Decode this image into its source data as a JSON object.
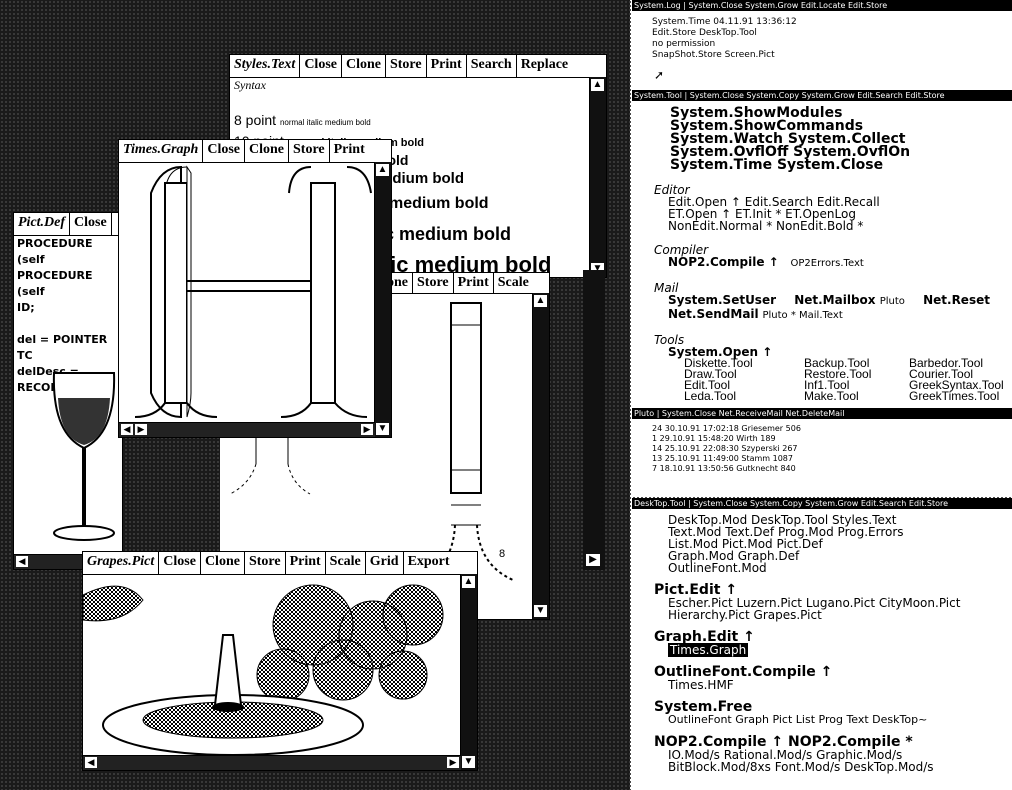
{
  "log": {
    "title": "System.Log | System.Close System.Grow Edit.Locate Edit.Store",
    "lines": [
      "System.Time 04.11.91 13:36:12",
      "Edit.Store DeskTop.Tool",
      " no permission",
      "SnapShot.Store Screen.Pict"
    ]
  },
  "system_tool": {
    "title": "System.Tool | System.Close System.Copy System.Grow Edit.Search Edit.Store",
    "system_cmds": [
      "System.ShowModules",
      "System.ShowCommands",
      "System.Watch    System.Collect",
      "System.OvflOff   System.OvflOn",
      "System.Time    System.Close"
    ],
    "editor_heading": "Editor",
    "editor_cmds": [
      "Edit.Open ↑   Edit.Search    Edit.Recall",
      "ET.Open ↑   ET.Init *   ET.OpenLog",
      "NonEdit.Normal *   NonEdit.Bold *"
    ],
    "compiler_heading": "Compiler",
    "compiler_cmd": "NOP2.Compile ↑",
    "compiler_arg": "OP2Errors.Text",
    "mail_heading": "Mail",
    "mail_line1_cmd": "System.SetUser",
    "mail_line1_cmd2": "Net.Mailbox",
    "mail_line1_arg": "Pluto",
    "mail_line1_cmd3": "Net.Reset",
    "mail_line2_cmd": "Net.SendMail",
    "mail_line2_arg": "Pluto *    Mail.Text",
    "tools_heading": "Tools",
    "tools_cmd": "System.Open ↑",
    "tools_files": [
      "Diskette.Tool",
      "Backup.Tool",
      "Barbedor.Tool",
      "Draw.Tool",
      "Restore.Tool",
      "Courier.Tool",
      "Edit.Tool",
      "Inf1.Tool",
      "GreekSyntax.Tool",
      "Leda.Tool",
      "Make.Tool",
      "GreekTimes.Tool"
    ]
  },
  "mail": {
    "title": "Pluto | System.Close  Net.ReceiveMail  Net.DeleteMail",
    "lines": [
      "24 30.10.91 17:02:18 Griesemer 506",
      "1 29.10.91 15:48:20 Wirth 189",
      "14 25.10.91 22:08:30 Szyperski 267",
      "13 25.10.91 11:49:00 Stamm 1087",
      "7 18.10.91 13:50:56 Gutknecht 840"
    ]
  },
  "desktop_tool": {
    "title": "DeskTop.Tool | System.Close System.Copy System.Grow Edit.Search Edit.Store",
    "files": [
      "DeskTop.Mod    DeskTop.Tool    Styles.Text",
      "Text.Mod    Text.Def    Prog.Mod    Prog.Errors",
      "List.Mod    Pict.Mod    Pict.Def",
      "Graph.Mod    Graph.Def",
      "OutlineFont.Mod"
    ],
    "pict_cmd": "Pict.Edit ↑",
    "pict_files": [
      "Escher.Pict    Luzern.Pict    Lugano.Pict    CityMoon.Pict",
      "Hierarchy.Pict    Grapes.Pict"
    ],
    "graph_cmd": "Graph.Edit ↑",
    "graph_selected": "Times.Graph",
    "outline_cmd": "OutlineFont.Compile ↑",
    "outline_arg": "Times.HMF",
    "free_cmd": "System.Free",
    "free_args": "OutlineFont Graph Pict List Prog Text DeskTop~",
    "nop_cmd": "NOP2.Compile ↑    NOP2.Compile *",
    "nop_files": [
      "IO.Mod/s    Rational.Mod/s    Graphic.Mod/s",
      "BitBlock.Mod/8xs    Font.Mod/s    DeskTop.Mod/s"
    ]
  },
  "styles_window": {
    "name": "Styles.Text",
    "buttons": [
      "Close",
      "Clone",
      "Store",
      "Print",
      "Search",
      "Replace"
    ],
    "heading": "Syntax",
    "rows": [
      {
        "size": "8 point",
        "styles": "normal italic medium bold"
      },
      {
        "size": "10 point",
        "styles": "normal italic medium bold"
      },
      {
        "size": "",
        "styles": "um bold"
      },
      {
        "size": "",
        "styles": "edium bold"
      },
      {
        "size": "",
        "styles": "medium bold"
      },
      {
        "size": "",
        "styles": "c medium bold"
      },
      {
        "size": "",
        "styles": "lic medium bold"
      }
    ]
  },
  "times_window": {
    "name": "Times.Graph",
    "buttons": [
      "Close",
      "Clone",
      "Store",
      "Print"
    ]
  },
  "pict_def_window": {
    "name": "Pict.Def",
    "buttons": [
      "Close"
    ],
    "lines": [
      "PROCEDURE (self",
      "PROCEDURE (self",
      "ID;",
      "",
      "del = POINTER TC",
      "delDesc = RECORD"
    ]
  },
  "graph_window": {
    "buttons": [
      "one",
      "Store",
      "Print",
      "Scale"
    ],
    "label": "8"
  },
  "grapes_window": {
    "name": "Grapes.Pict",
    "buttons": [
      "Close",
      "Clone",
      "Store",
      "Print",
      "Scale",
      "Grid",
      "Export"
    ]
  }
}
